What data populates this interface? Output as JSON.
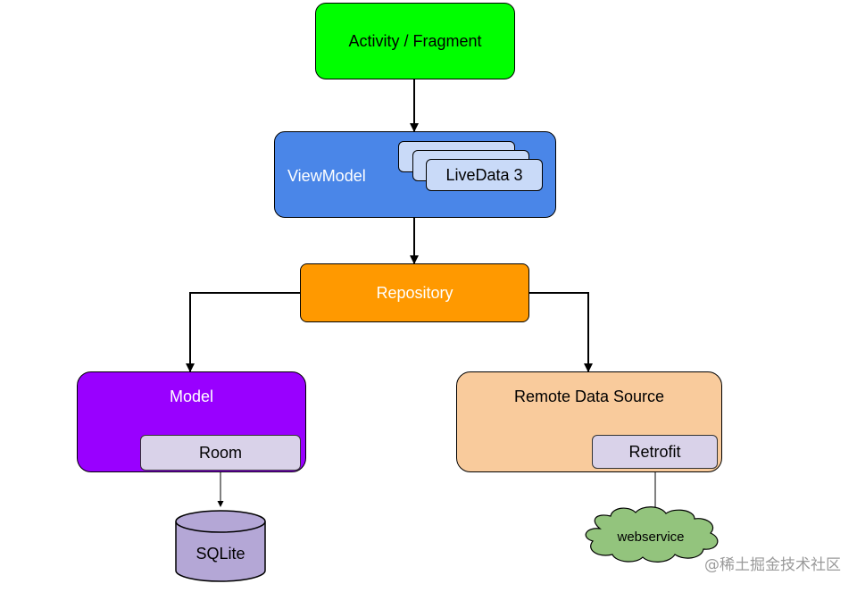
{
  "nodes": {
    "activity": {
      "label": "Activity / Fragment",
      "color": "#00ff00"
    },
    "viewmodel": {
      "label": "ViewModel",
      "color": "#4a86e8"
    },
    "livedata": {
      "label": "LiveData 3",
      "color": "#c9daf8"
    },
    "repository": {
      "label": "Repository",
      "color": "#ff9900"
    },
    "model": {
      "label": "Model",
      "color": "#9900ff"
    },
    "room": {
      "label": "Room",
      "color": "#d9d2e9"
    },
    "remote": {
      "label": "Remote Data Source",
      "color": "#f9cb9c"
    },
    "retrofit": {
      "label": "Retrofit",
      "color": "#d9d2e9"
    },
    "sqlite": {
      "label": "SQLite",
      "color": "#b4a7d6"
    },
    "webservice": {
      "label": "webservice",
      "color": "#93c47d"
    }
  },
  "watermark": "@稀土掘金技术社区"
}
